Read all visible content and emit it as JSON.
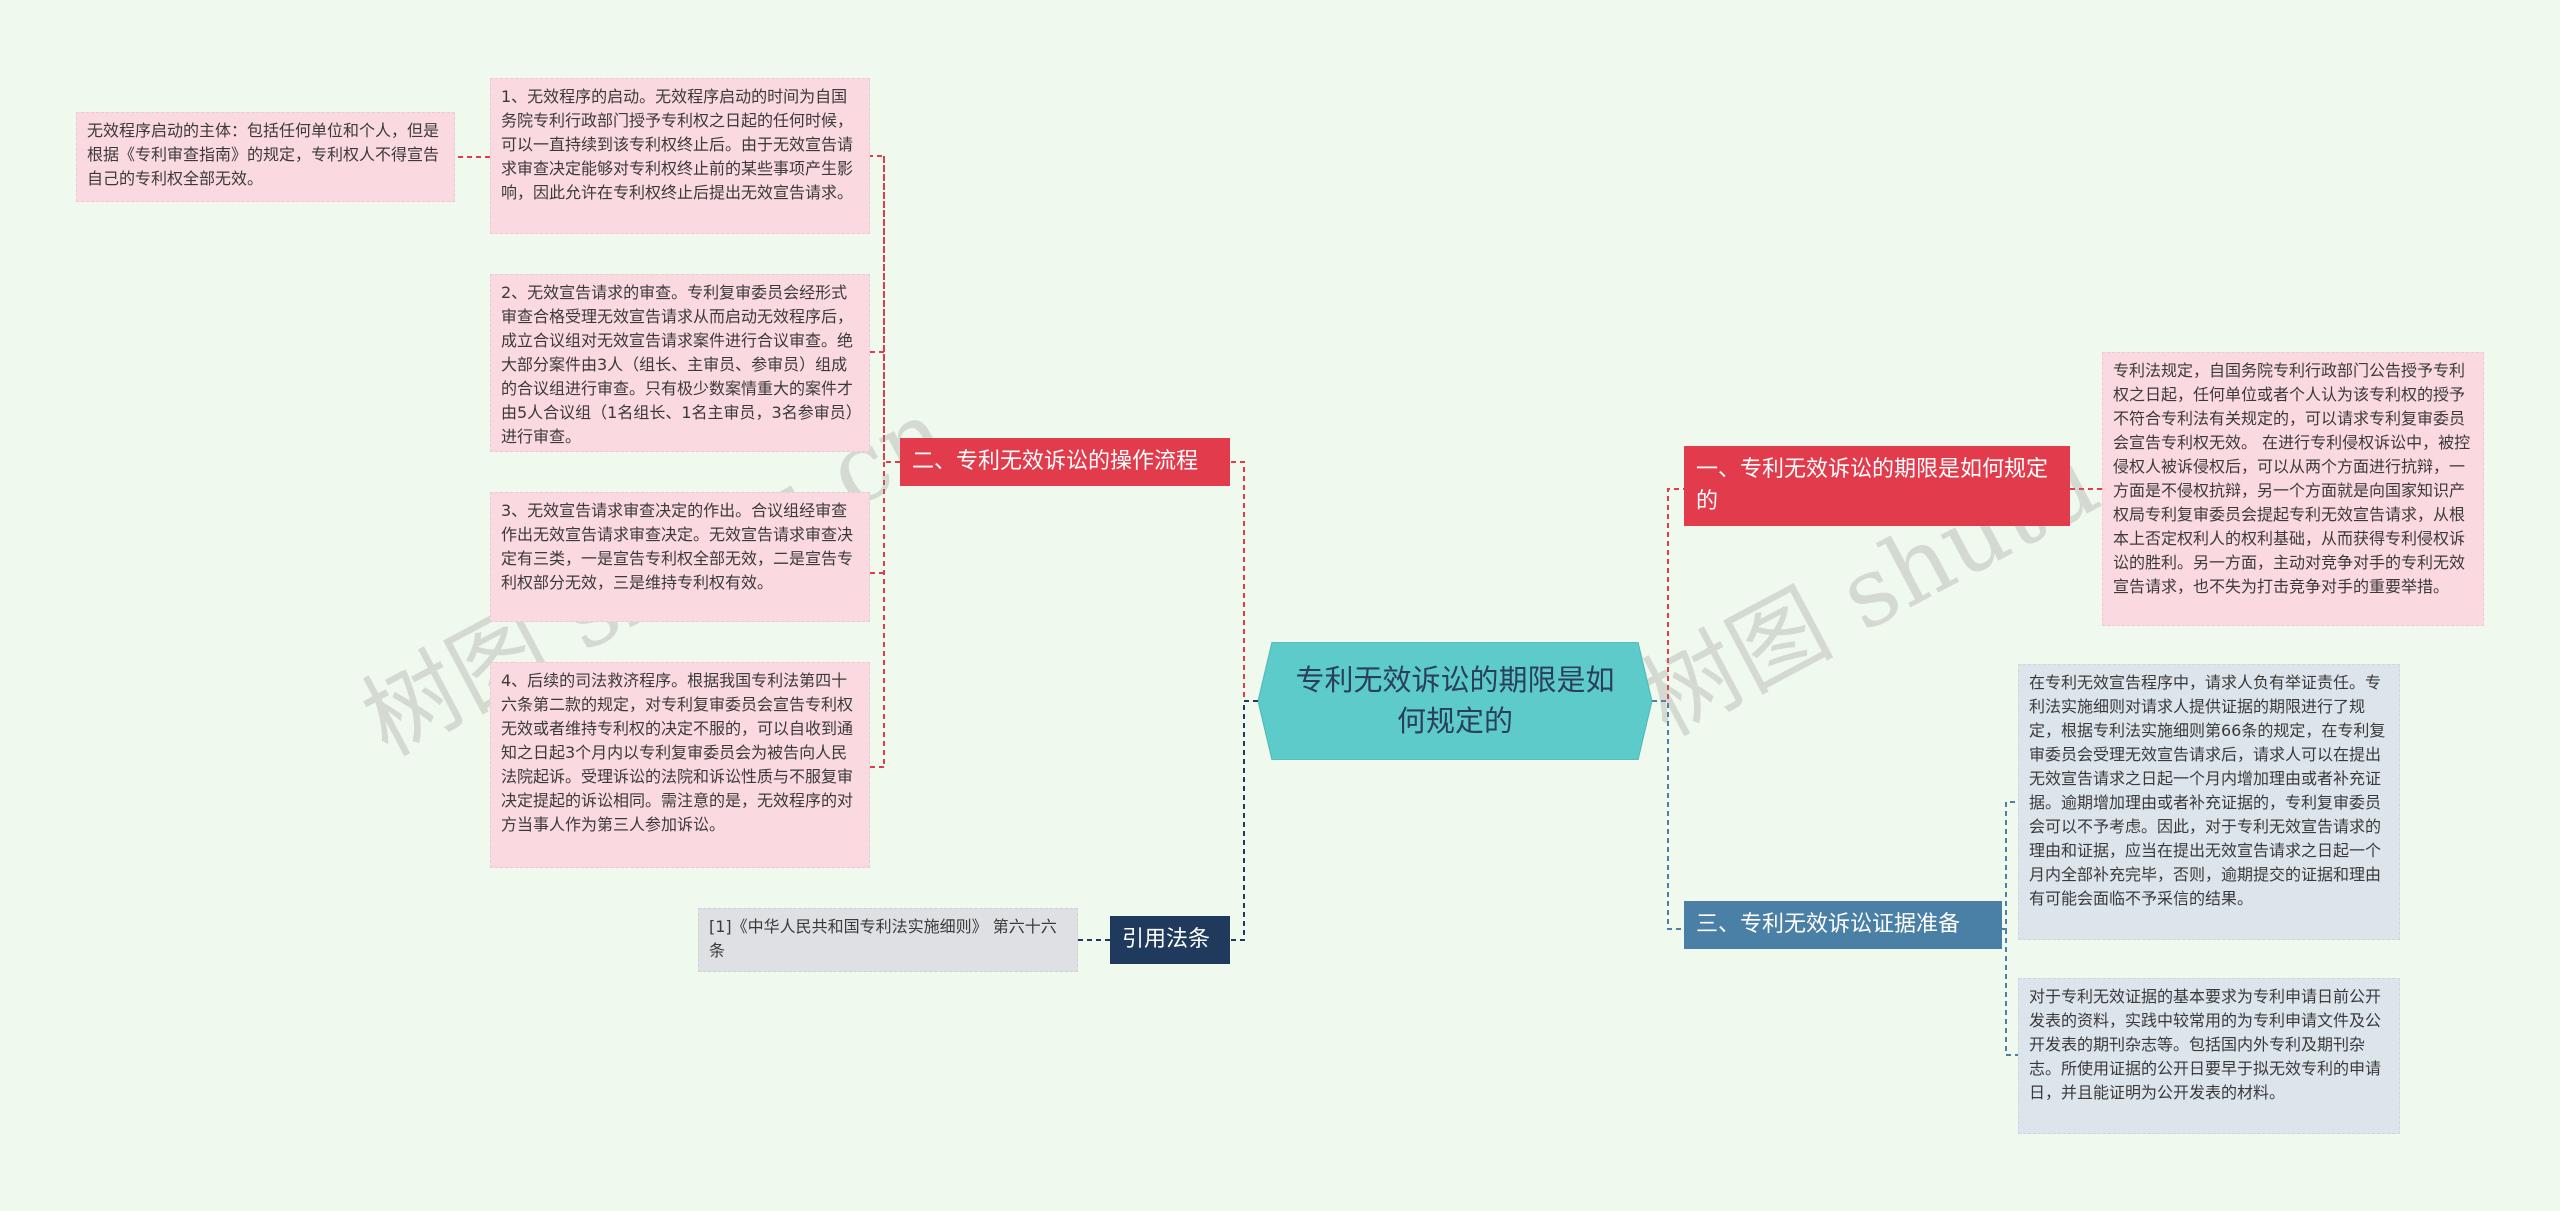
{
  "center": {
    "title": "专利无效诉讼的期限是如何规定的"
  },
  "branches": {
    "b1": {
      "label": "一、专利无效诉讼的期限是如何规定的",
      "leaves": [
        "专利法规定，自国务院专利行政部门公告授予专利权之日起，任何单位或者个人认为该专利权的授予不符合专利法有关规定的，可以请求专利复审委员会宣告专利权无效。 在进行专利侵权诉讼中，被控侵权人被诉侵权后，可以从两个方面进行抗辩，一方面是不侵权抗辩，另一个方面就是向国家知识产权局专利复审委员会提起专利无效宣告请求，从根本上否定权利人的权利基础，从而获得专利侵权诉讼的胜利。另一方面，主动对竞争对手的专利无效宣告请求，也不失为打击竞争对手的重要举措。"
      ]
    },
    "b2": {
      "label": "二、专利无效诉讼的操作流程",
      "leaves": [
        "1、无效程序的启动。无效程序启动的时间为自国务院专利行政部门授予专利权之日起的任何时候，可以一直持续到该专利权终止后。由于无效宣告请求审查决定能够对专利权终止前的某些事项产生影响，因此允许在专利权终止后提出无效宣告请求。",
        "2、无效宣告请求的审查。专利复审委员会经形式审查合格受理无效宣告请求从而启动无效程序后，成立合议组对无效宣告请求案件进行合议审查。绝大部分案件由3人（组长、主审员、参审员）组成的合议组进行审查。只有极少数案情重大的案件才由5人合议组（1名组长、1名主审员，3名参审员）进行审查。",
        "3、无效宣告请求审查决定的作出。合议组经审查作出无效宣告请求审查决定。无效宣告请求审查决定有三类，一是宣告专利权全部无效，二是宣告专利权部分无效，三是维持专利权有效。",
        "4、后续的司法救济程序。根据我国专利法第四十六条第二款的规定，对专利复审委员会宣告专利权无效或者维持专利权的决定不服的，可以自收到通知之日起3个月内以专利复审委员会为被告向人民法院起诉。受理诉讼的法院和诉讼性质与不服复审决定提起的诉讼相同。需注意的是，无效程序的对方当事人作为第三人参加诉讼。"
      ],
      "subleaf": "无效程序启动的主体：包括任何单位和个人，但是根据《专利审查指南》的规定，专利权人不得宣告自己的专利权全部无效。"
    },
    "b3": {
      "label": "三、专利无效诉讼证据准备",
      "leaves": [
        "在专利无效宣告程序中，请求人负有举证责任。专利法实施细则对请求人提供证据的期限进行了规定，根据专利法实施细则第66条的规定，在专利复审委员会受理无效宣告请求后，请求人可以在提出无效宣告请求之日起一个月内增加理由或者补充证据。逾期增加理由或者补充证据的，专利复审委员会可以不予考虑。因此，对于专利无效宣告请求的理由和证据，应当在提出无效宣告请求之日起一个月内全部补充完毕，否则，逾期提交的证据和理由有可能会面临不予采信的结果。",
        "对于专利无效证据的基本要求为专利申请日前公开发表的资料，实践中较常用的为专利申请文件及公开发表的期刊杂志等。包括国内外专利及期刊杂志。所使用证据的公开日要早于拟无效专利的申请日，并且能证明为公开发表的材料。"
      ]
    },
    "b4": {
      "label": "引用法条",
      "leaves": [
        "[1]《中华人民共和国专利法实施细则》 第六十六条"
      ]
    }
  },
  "watermarks": [
    "树图 shutu.cn",
    "树图 shutu.cn"
  ],
  "colors": {
    "background": "#f0f9ee",
    "center": "#5ecbcb",
    "red": "#e23c4c",
    "steel": "#4a7fa6",
    "navy": "#1f3a5c",
    "pink_leaf": "#fbd9e0",
    "blue_leaf": "#dde5ec",
    "grey_leaf": "#dfe0e4"
  }
}
